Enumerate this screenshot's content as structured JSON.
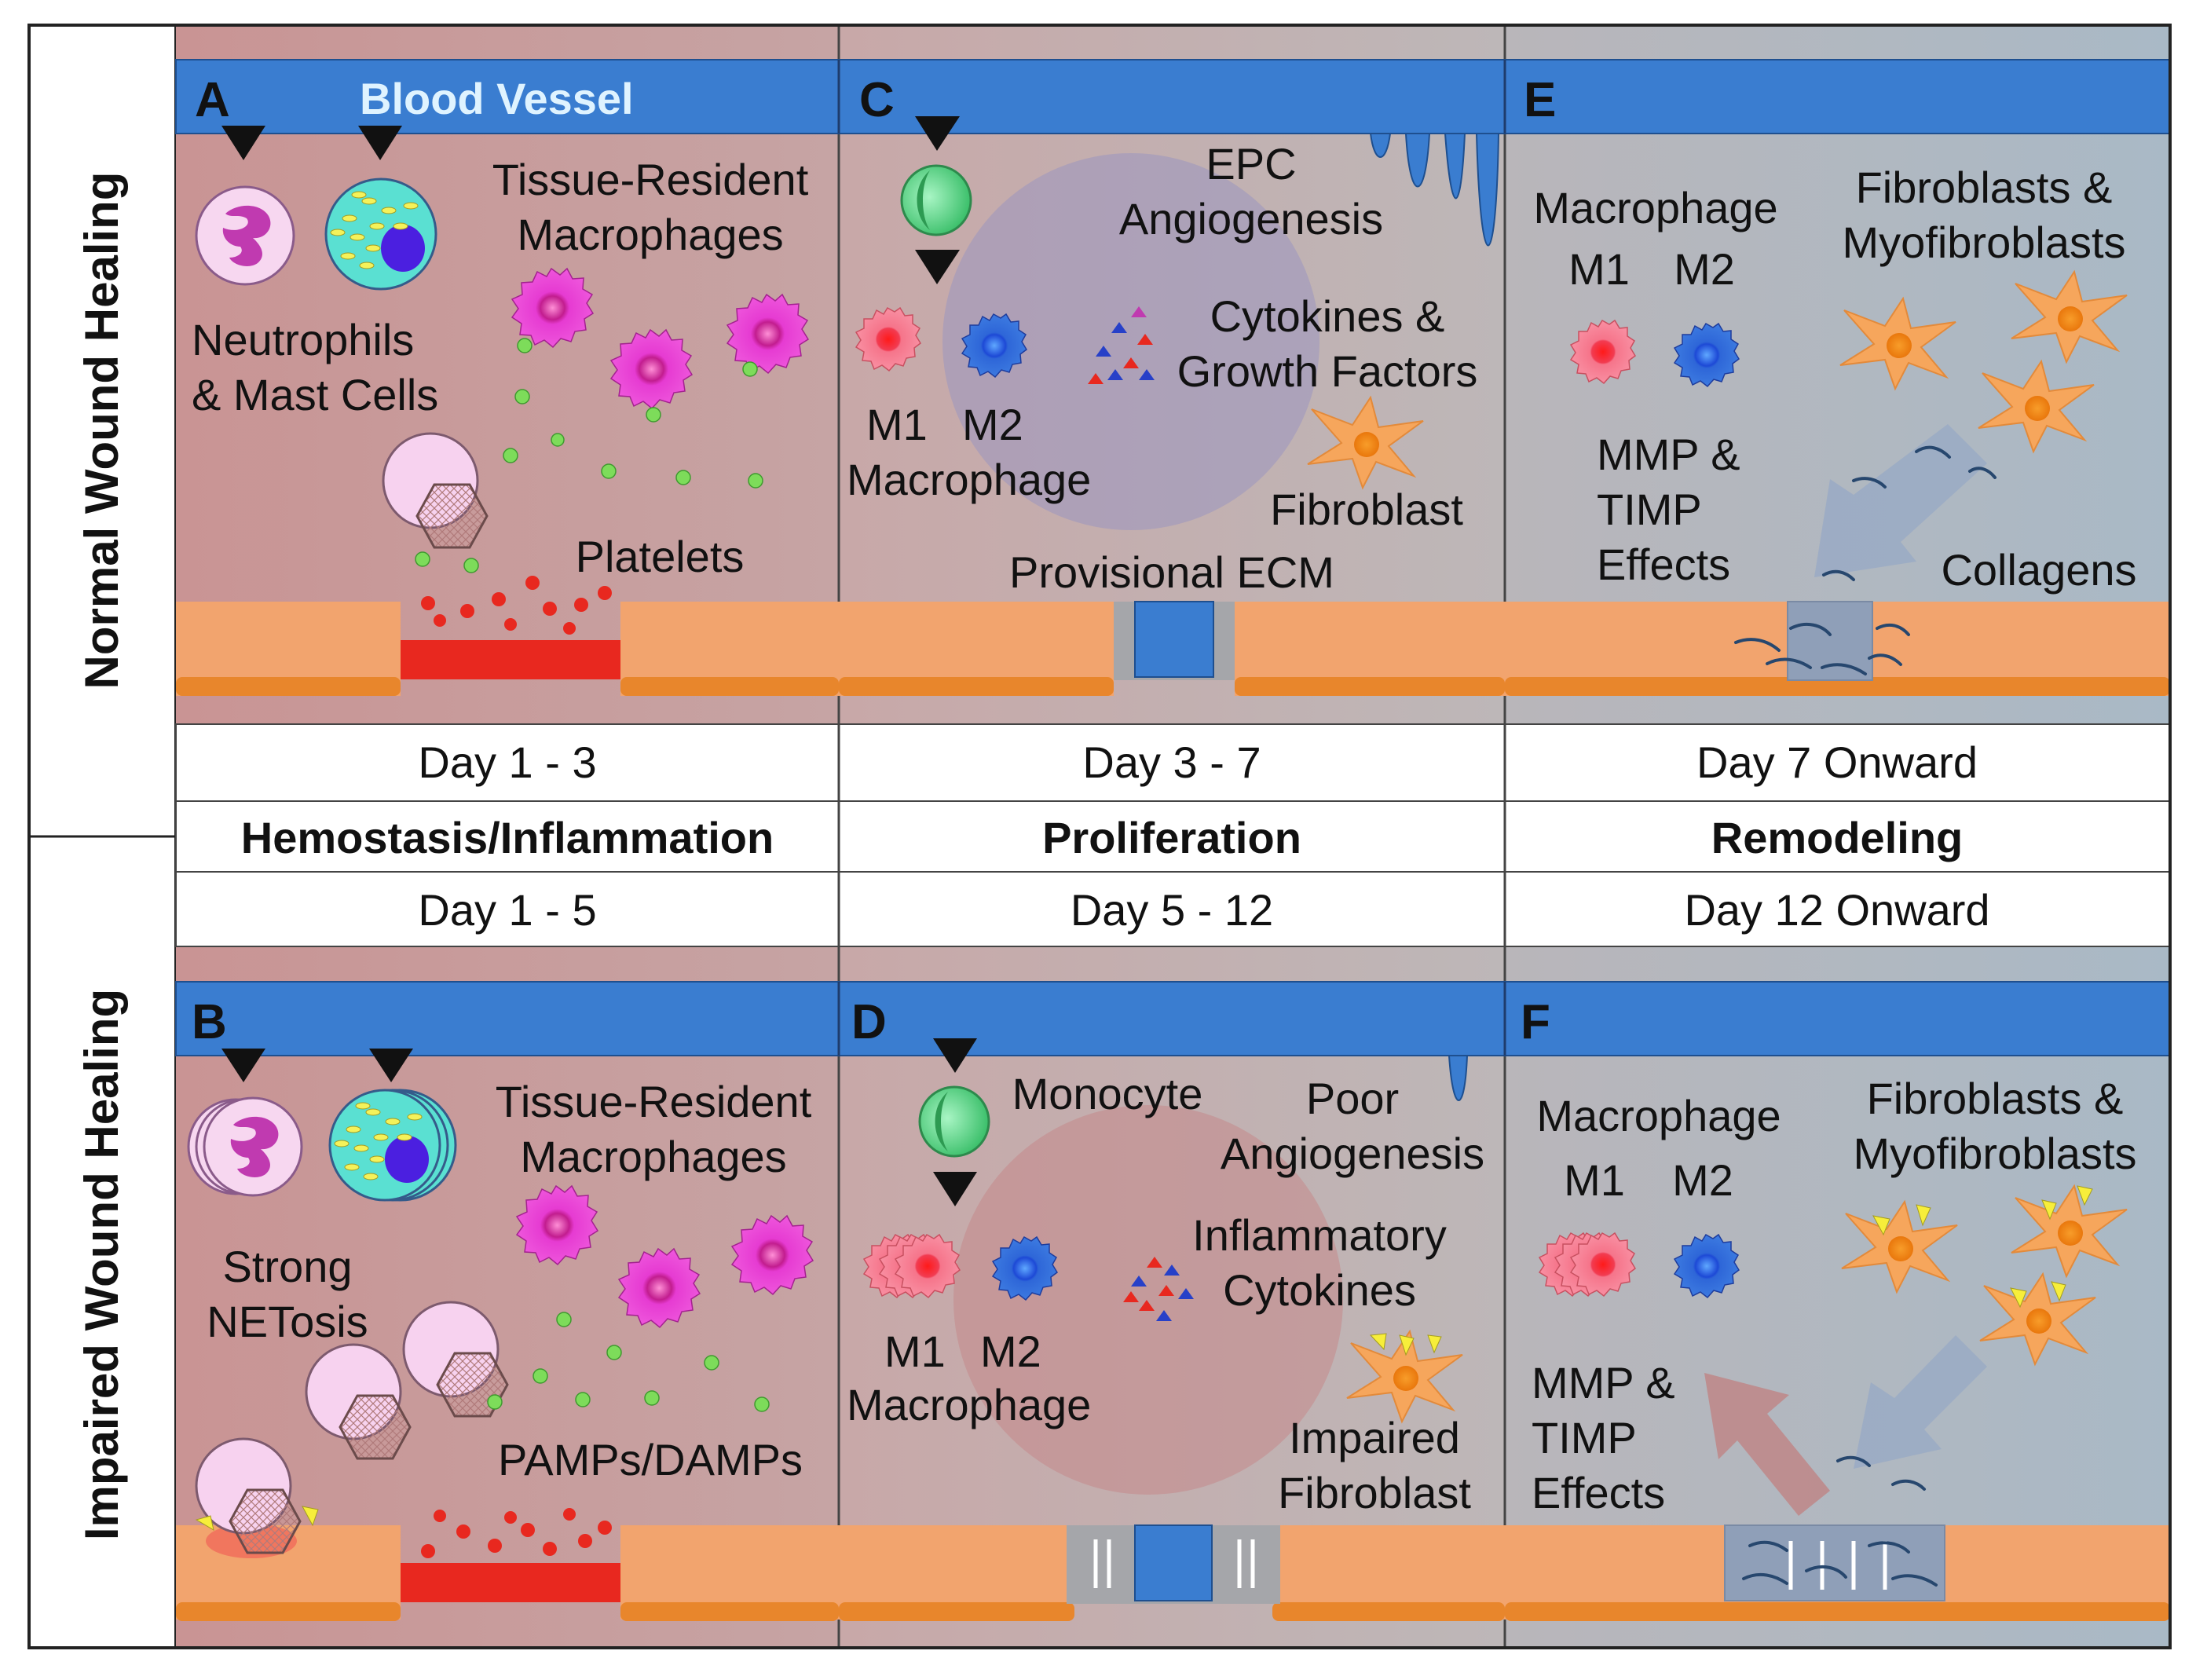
{
  "rows": {
    "normal": "Normal Wound Healing",
    "impaired": "Impaired Wound Healing"
  },
  "phases": {
    "a": "Hemostasis/Inflammation",
    "b": "Proliferation",
    "c": "Remodeling"
  },
  "days": {
    "normal": [
      "Day 1 - 3",
      "Day 3 - 7",
      "Day 7 Onward"
    ],
    "impaired": [
      "Day 1 - 5",
      "Day 5 - 12",
      "Day 12 Onward"
    ]
  },
  "panels": {
    "A": {
      "letter": "A",
      "vessel": "Blood Vessel",
      "neutro1": "Neutrophils",
      "neutro2": "& Mast Cells",
      "trm1": "Tissue-Resident",
      "trm2": "Macrophages",
      "platelets": "Platelets"
    },
    "B": {
      "letter": "B",
      "trm1": "Tissue-Resident",
      "trm2": "Macrophages",
      "net1": "Strong",
      "net2": "NETosis",
      "pamps": "PAMPs/DAMPs"
    },
    "C": {
      "letter": "C",
      "epc1": "EPC",
      "epc2": "Angiogenesis",
      "cyto1": "Cytokines &",
      "cyto2": "Growth Factors",
      "m1": "M1",
      "m2": "M2",
      "mac": "Macrophage",
      "fib": "Fibroblast",
      "ecm": "Provisional ECM"
    },
    "D": {
      "letter": "D",
      "mono": "Monocyte",
      "poor1": "Poor",
      "poor2": "Angiogenesis",
      "infl1": "Inflammatory",
      "infl2": "Cytokines",
      "m1": "M1",
      "m2": "M2",
      "mac": "Macrophage",
      "imp1": "Impaired",
      "imp2": "Fibroblast"
    },
    "E": {
      "letter": "E",
      "mac": "Macrophage",
      "m1": "M1",
      "m2": "M2",
      "fib1": "Fibroblasts &",
      "fib2": "Myofibroblasts",
      "mmp1": "MMP &",
      "mmp2": "TIMP",
      "mmp3": "Effects",
      "col": "Collagens"
    },
    "F": {
      "letter": "F",
      "mac": "Macrophage",
      "m1": "M1",
      "m2": "M2",
      "fib1": "Fibroblasts &",
      "fib2": "Myofibroblasts",
      "mmp1": "MMP &",
      "mmp2": "TIMP",
      "mmp3": "Effects"
    }
  },
  "colors": {
    "vessel": "#3a7dd0",
    "skin": "#f2a46e",
    "skin_edge": "#e8862c",
    "clot": "#e8281f",
    "platelet_dot": "#7ddc5a",
    "neutrophil": "#f6d4f0",
    "macrophage_resident": "#e63bd2",
    "m1": "#f6687a",
    "m2": "#2e66d8",
    "monocyte": "#6fe39a",
    "fibroblast": "#f6a65c"
  }
}
